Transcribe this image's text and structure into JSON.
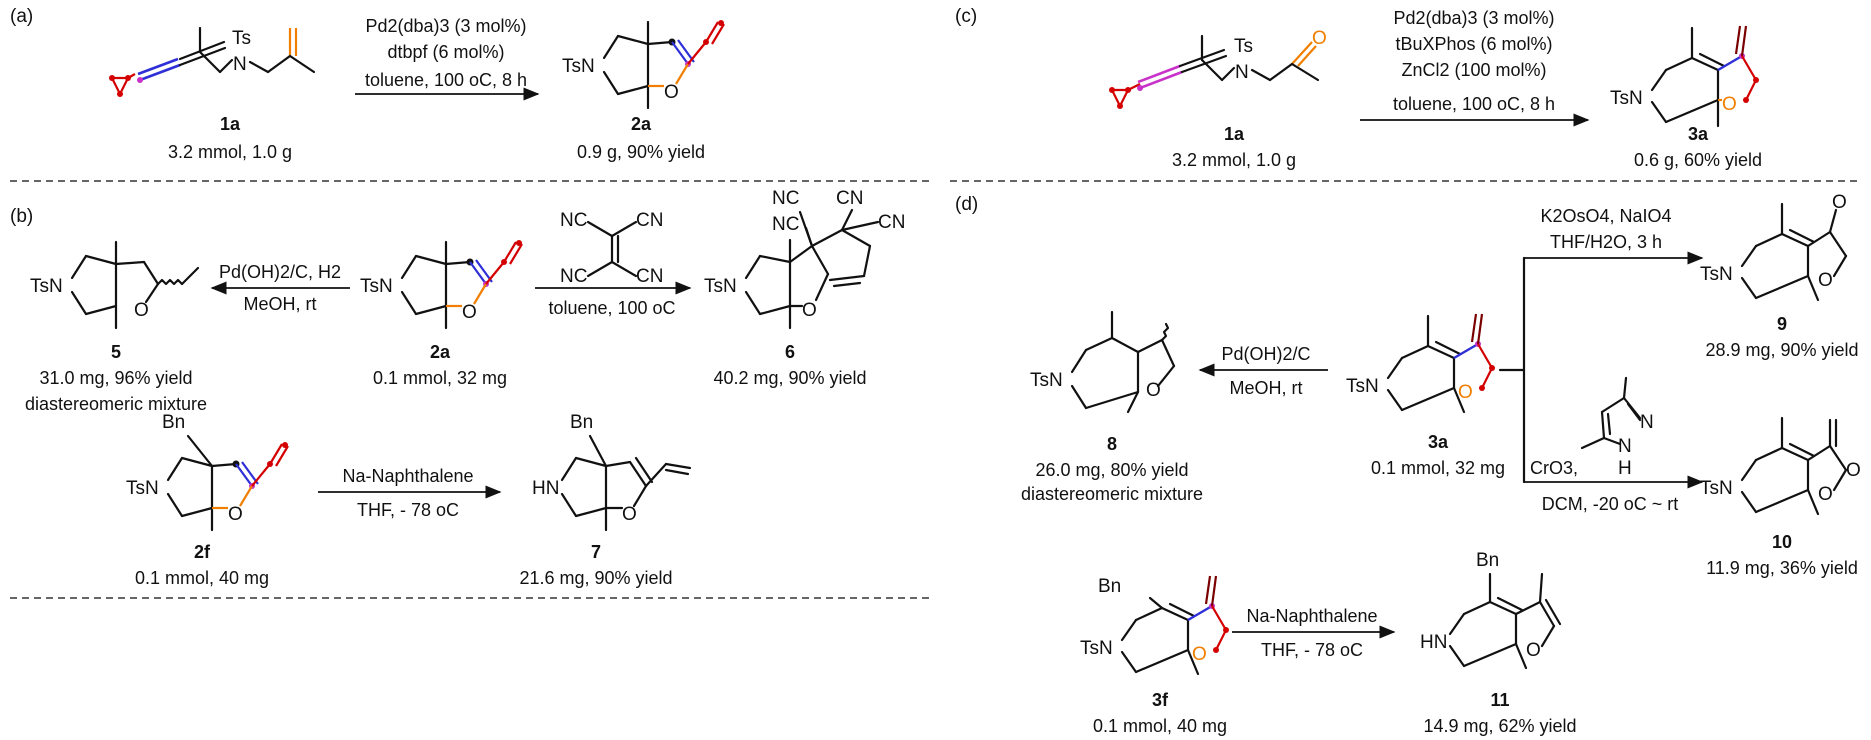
{
  "panels": [
    "(a)",
    "(b)",
    "(c)",
    "(d)"
  ],
  "colors": {
    "blue": "#2f2fd8",
    "red": "#d40000",
    "magenta": "#c832c8",
    "orange": "#f07f00",
    "darkred": "#7a0000",
    "black": "#111111"
  },
  "a": {
    "sm_id": "1a",
    "sm_amount": "3.2 mmol, 1.0 g",
    "cond1": "Pd2(dba)3 (3 mol%)",
    "cond2": "dtbpf (6 mol%)",
    "cond3": "toluene, 100 oC, 8 h",
    "prod_id": "2a",
    "prod_amount": "0.9 g, 90% yield"
  },
  "b": {
    "center_id": "2a",
    "center_amount": "0.1 mmol, 32 mg",
    "left_cond1": "Pd(OH)2/C, H2",
    "left_cond2": "MeOH, rt",
    "left_id": "5",
    "left_yield": "31.0 mg, 96% yield",
    "left_note": "diastereomeric mixture",
    "right_cond": "toluene, 100 oC",
    "right_id": "6",
    "right_yield": "40.2 mg, 90% yield",
    "bottom_sm_id": "2f",
    "bottom_sm_amount": "0.1 mmol, 40 mg",
    "bottom_cond1": "Na-Naphthalene",
    "bottom_cond2": "THF, - 78 oC",
    "bottom_prod_id": "7",
    "bottom_prod_yield": "21.6 mg, 90% yield"
  },
  "c": {
    "sm_id": "1a",
    "sm_amount": "3.2 mmol, 1.0 g",
    "cond1": "Pd2(dba)3 (3 mol%)",
    "cond2": "tBuXPhos (6 mol%)",
    "cond3": "ZnCl2 (100 mol%)",
    "cond4": "toluene, 100 oC, 8 h",
    "prod_id": "3a",
    "prod_amount": "0.6 g, 60% yield"
  },
  "d": {
    "center_id": "3a",
    "center_amount": "0.1 mmol, 32 mg",
    "left_cond1": "Pd(OH)2/C",
    "left_cond2": "MeOH, rt",
    "left_id": "8",
    "left_yield": "26.0 mg, 80% yield",
    "left_note": "diastereomeric mixture",
    "top_cond1": "K2OsO4, NaIO4",
    "top_cond2": "THF/H2O, 3 h",
    "top_id": "9",
    "top_yield": "28.9 mg, 90% yield",
    "bottom_cond1": "CrO3,",
    "bottom_cond2": "DCM, -20 oC ~ rt",
    "bottom_id": "10",
    "bottom_yield": "11.9 mg, 36% yield",
    "bottom_sm_id": "3f",
    "bottom_sm_amount": "0.1 mmol, 40 mg",
    "bottom_cond3": "Na-Naphthalene",
    "bottom_cond4": "THF, - 78 oC",
    "bottom_prod_id": "11",
    "bottom_prod_yield": "14.9 mg, 62% yield"
  },
  "atoms": {
    "ts": "Ts",
    "tsn": "TsN",
    "n": "N",
    "hn": "HN",
    "o": "O",
    "bn": "Bn",
    "cn": "CN",
    "nc": "NC",
    "h": "H"
  }
}
